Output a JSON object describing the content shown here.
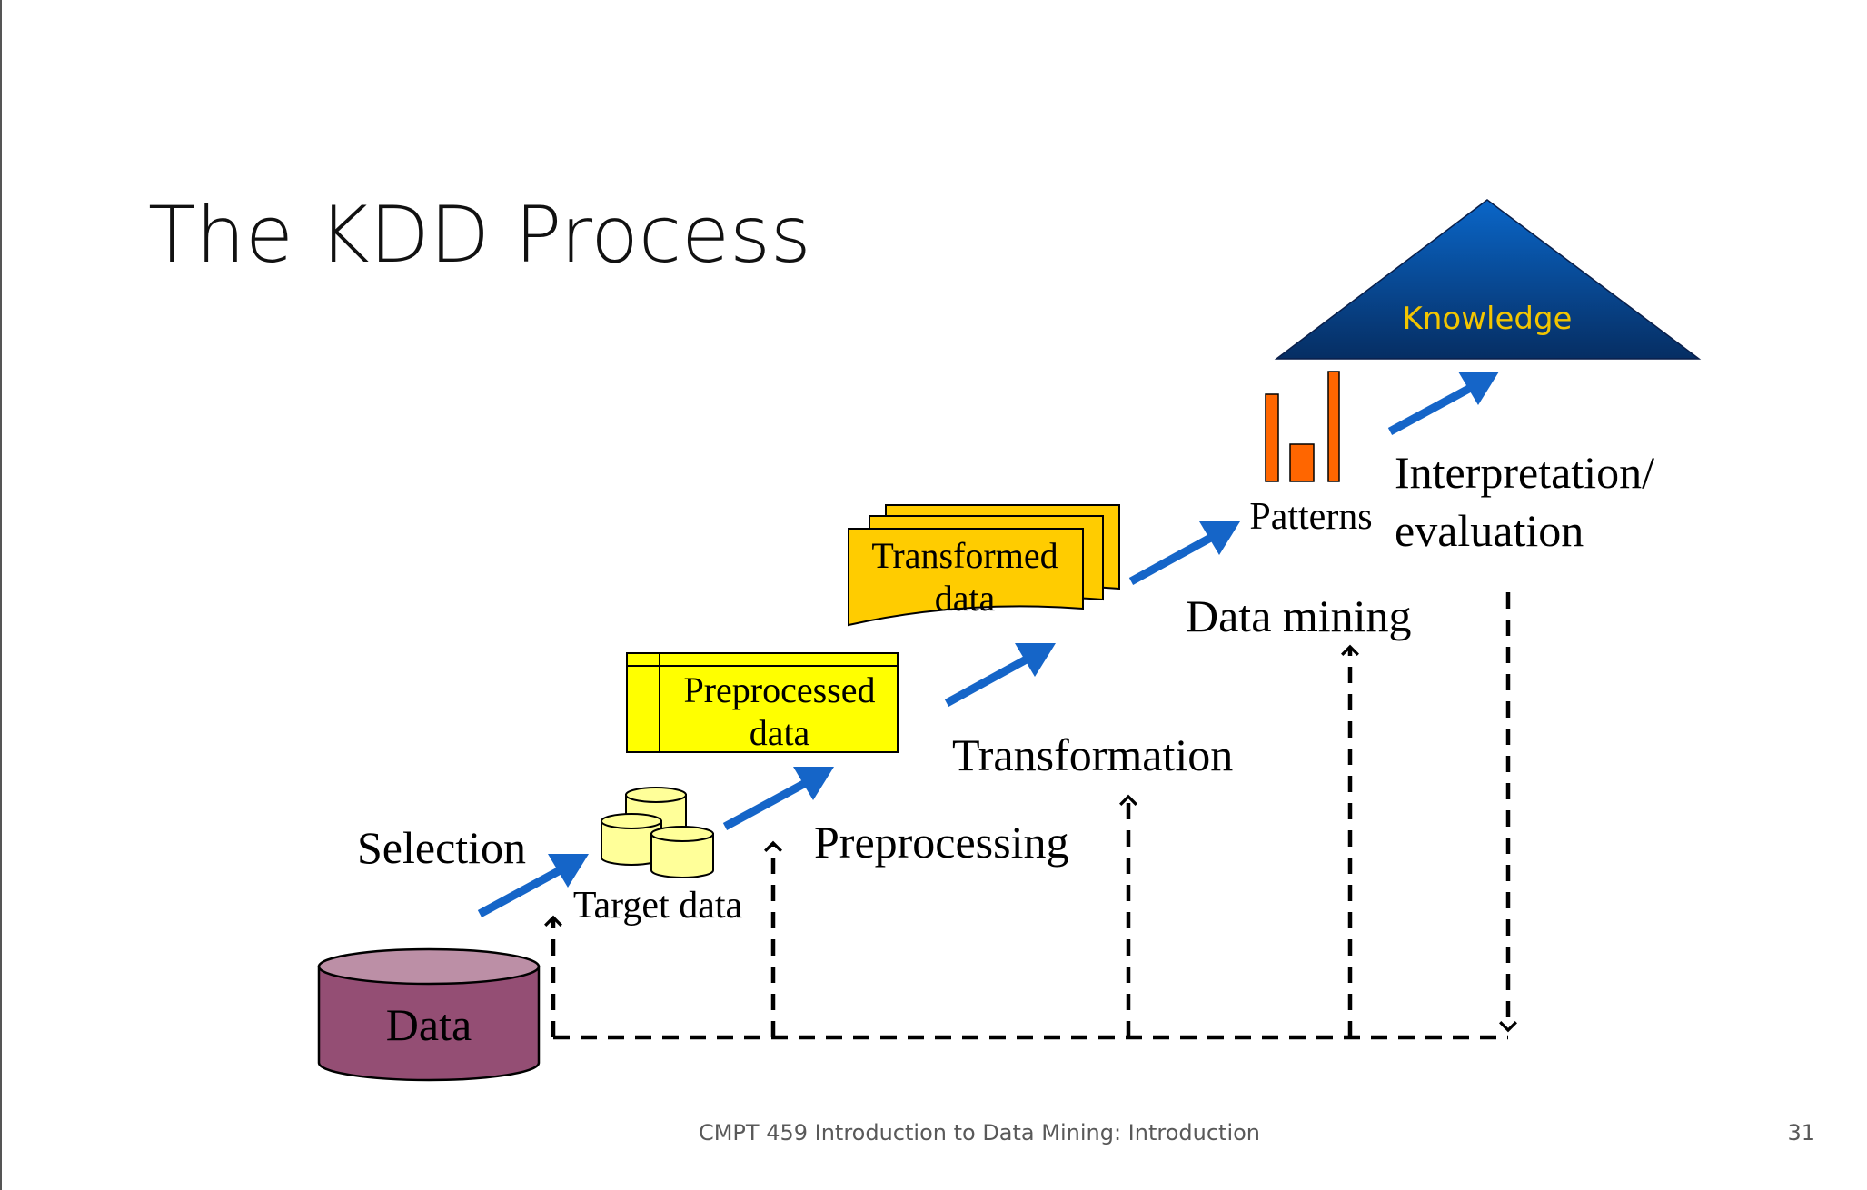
{
  "slide": {
    "title": "The KDD Process",
    "footer": "CMPT 459 Introduction to Data Mining: Introduction",
    "page_number": "31"
  },
  "diagram": {
    "nodes": {
      "data": "Data",
      "target_data": "Target data",
      "preprocessed_data": [
        "Preprocessed",
        "data"
      ],
      "transformed_data": [
        "Transformed",
        "data"
      ],
      "patterns": "Patterns",
      "knowledge": "Knowledge"
    },
    "steps": {
      "selection": "Selection",
      "preprocessing": "Preprocessing",
      "transformation": "Transformation",
      "data_mining": "Data mining",
      "interpretation": [
        "Interpretation/",
        "evaluation"
      ]
    }
  },
  "colors": {
    "arrow": "#1565C8",
    "data_cylinder": "#944E74",
    "data_cylinder_top": "#BC8FA6",
    "target_data": "#FFFF99",
    "preprocessed": "#FFFF00",
    "transformed": "#FFCC00",
    "patterns_bar": "#FF6600",
    "knowledge_top": "#0A66C8",
    "knowledge_bottom": "#062E63",
    "knowledge_text": "#F2C500"
  }
}
